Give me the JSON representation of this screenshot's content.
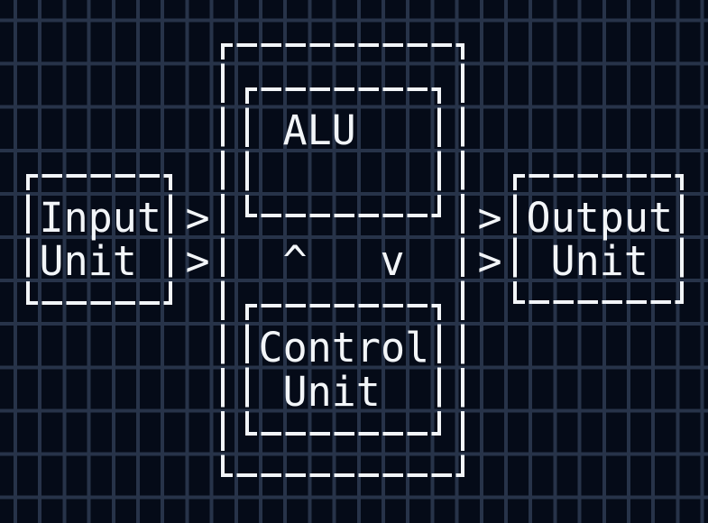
{
  "diagram": {
    "input_unit": {
      "line1": "Input",
      "line2": "Unit"
    },
    "cpu": {
      "alu_label": "ALU",
      "control_line1": "Control",
      "control_line2": "Unit",
      "up_arrow": "^",
      "down_arrow": "v"
    },
    "output_unit": {
      "line1": "Output",
      "line2": "Unit"
    },
    "arrows": {
      "input_top": ">",
      "input_bottom": ">",
      "output_top": ">",
      "output_bottom": ">"
    },
    "colors": {
      "background": "#050b18",
      "grid_line": "#273349",
      "stroke": "#f2f5f8",
      "text": "#f2f5f8"
    }
  }
}
